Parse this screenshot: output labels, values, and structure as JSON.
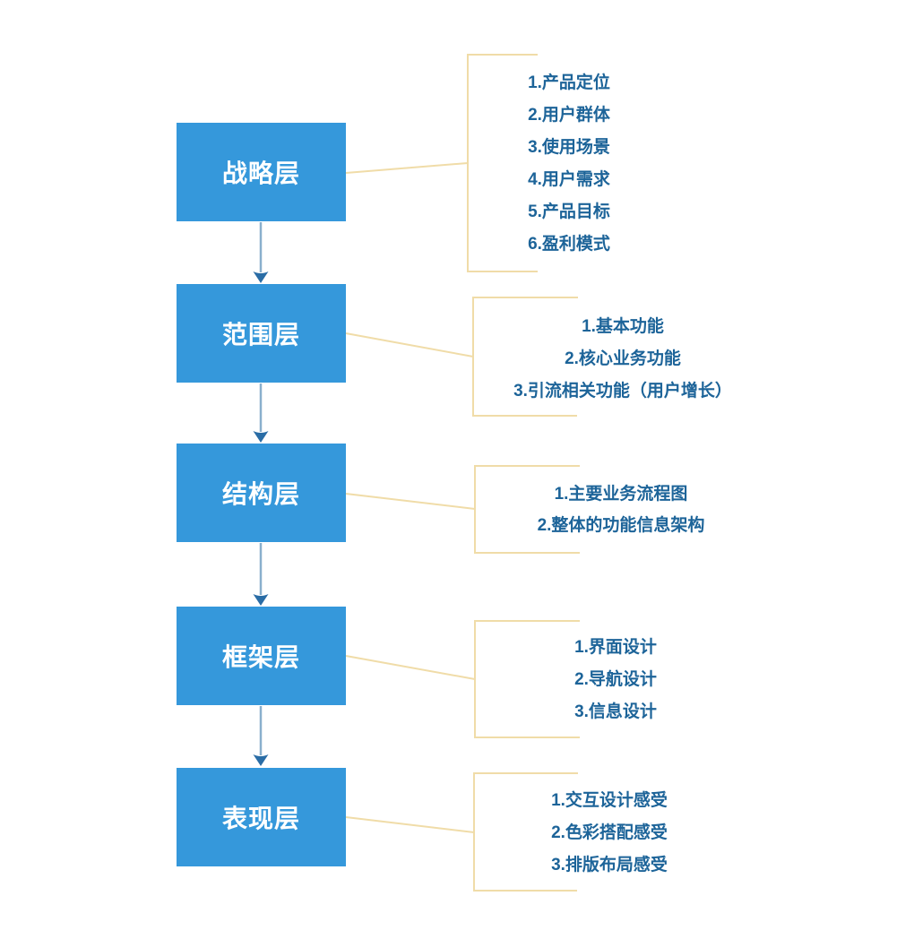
{
  "diagram": {
    "layers": [
      {
        "label": "战略层",
        "items": [
          "1.产品定位",
          "2.用户群体",
          "3.使用场景",
          "4.用户需求",
          "5.产品目标",
          "6.盈利模式"
        ]
      },
      {
        "label": "范围层",
        "items": [
          "1.基本功能",
          "2.核心业务功能",
          "3.引流相关功能（用户增长）"
        ]
      },
      {
        "label": "结构层",
        "items": [
          "1.主要业务流程图",
          "2.整体的功能信息架构"
        ]
      },
      {
        "label": "框架层",
        "items": [
          "1.界面设计",
          "2.导航设计",
          "3.信息设计"
        ]
      },
      {
        "label": "表现层",
        "items": [
          "1.交互设计感受",
          "2.色彩搭配感受",
          "3.排版布局感受"
        ]
      }
    ],
    "colors": {
      "box_fill": "#3598db",
      "box_text": "#ffffff",
      "list_text": "#1d6499",
      "bracket_line": "#f0dca8",
      "arrow_line": "#8aafcd",
      "arrow_head": "#2a6da6",
      "background": "#ffffff"
    }
  }
}
